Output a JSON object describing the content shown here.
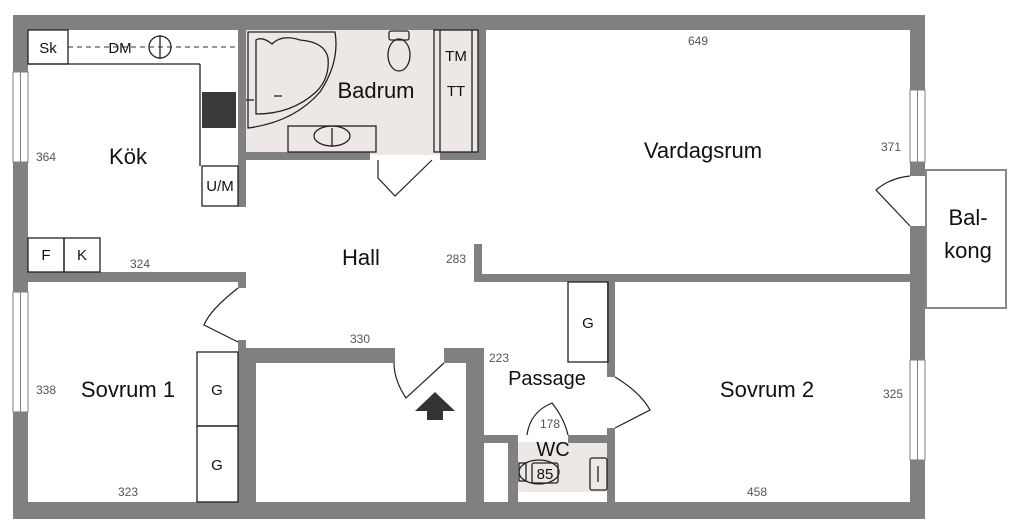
{
  "colors": {
    "wall": "#808080",
    "floor": "#ffffff",
    "wet_floor": "#ede8e5",
    "fixture_line": "#222222",
    "appliance_dark": "#3a3a3a"
  },
  "rooms": {
    "kok": "Kök",
    "badrum": "Badrum",
    "vardagsrum": "Vardagsrum",
    "hall": "Hall",
    "balkong_line1": "Bal-",
    "balkong_line2": "kong",
    "sovrum1": "Sovrum 1",
    "sovrum2": "Sovrum 2",
    "passage": "Passage",
    "wc": "WC"
  },
  "fixtures": {
    "sk": "Sk",
    "dm": "DM",
    "um": "U/M",
    "f": "F",
    "k": "K",
    "tm": "TM",
    "tt": "TT",
    "g_passage": "G",
    "g_sovrum1_top": "G",
    "g_sovrum1_bottom": "G",
    "wc_badge": "85"
  },
  "dimensions": {
    "vardagsrum_width": "649",
    "vardagsrum_depth": "371",
    "kok_depth": "364",
    "kok_width": "324",
    "hall_depth": "283",
    "hall_width": "330",
    "passage_width": "223",
    "wc_width": "178",
    "sovrum1_depth": "338",
    "sovrum1_width": "323",
    "sovrum2_depth": "325",
    "sovrum2_width": "458"
  },
  "icons": [
    "entrance-arrow-icon",
    "toilet-icon",
    "sink-icon",
    "bathtub-icon",
    "stove-icon",
    "door-swing-icon"
  ]
}
